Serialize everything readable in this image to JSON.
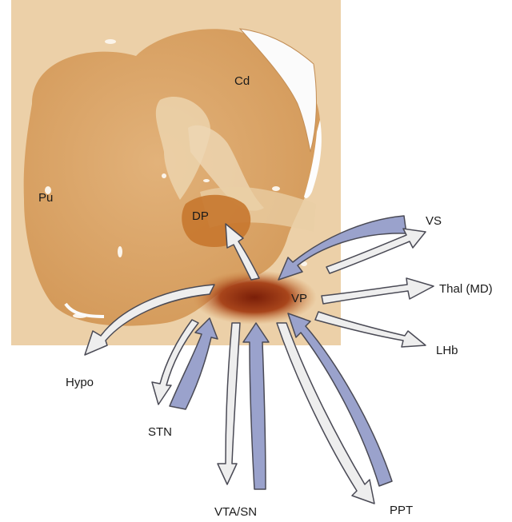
{
  "figure": {
    "colors": {
      "background": "#ffffff",
      "tissue_light": "#e9c9a0",
      "tissue_mid": "#dba66a",
      "tissue_dark": "#c98a45",
      "ventral_pallidum_stain": "#8e2e10",
      "afferent_arrow_fill": "#9aa2cc",
      "efferent_arrow_fill": "#eeeeee",
      "arrow_stroke": "#4a4a55"
    },
    "icons": {
      "tissue_section": "brain-section-photo",
      "afferent_arrow": "blue-input-arrow",
      "efferent_arrow": "white-output-arrow"
    },
    "regions": {
      "cd": "Cd",
      "pu": "Pu",
      "dp": "DP",
      "vp": "VP"
    },
    "targets": {
      "vs": "VS",
      "thal": "Thal (MD)",
      "lhb": "LHb",
      "hypo": "Hypo",
      "stn": "STN",
      "vta_sn": "VTA/SN",
      "ppt": "PPT"
    }
  }
}
